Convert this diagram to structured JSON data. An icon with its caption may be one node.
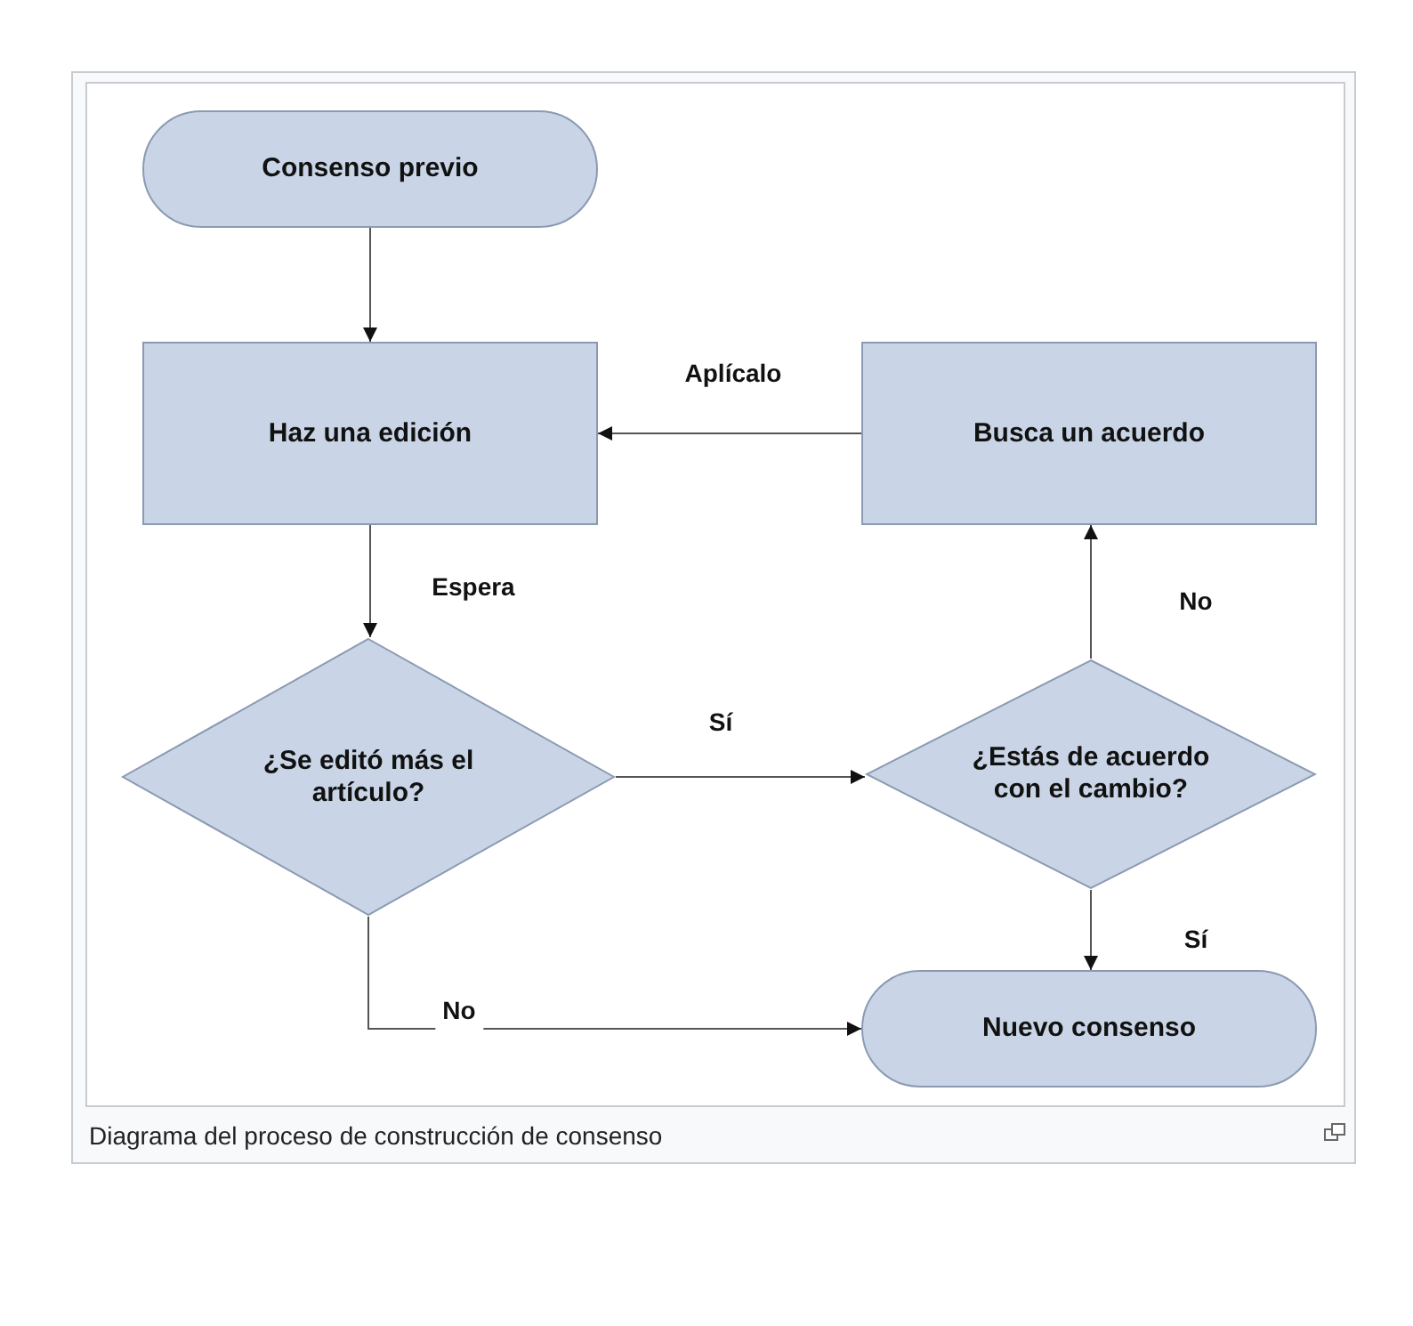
{
  "diagram": {
    "caption": "Diagrama del proceso de construcción de consenso",
    "nodes": [
      {
        "text": [
          "Consenso previo"
        ]
      },
      {
        "text": [
          "Haz una edición"
        ]
      },
      {
        "text": [
          "Busca un acuerdo"
        ]
      },
      {
        "text": [
          "¿Se editó más el artículo?"
        ]
      },
      {
        "text": [
          "¿Estás de acuerdo con el cambio?"
        ]
      },
      {
        "text": [
          "Nuevo consenso"
        ]
      }
    ],
    "edges": [
      {
        "from": 0,
        "to": 1,
        "arrow": "to"
      },
      {
        "from": 2,
        "to": 1,
        "arrow": "to",
        "label": "Aplícalo"
      },
      {
        "from": 1,
        "to": 3,
        "arrow": "to",
        "label": "Espera"
      },
      {
        "from": 3,
        "to": 4,
        "arrow": "to",
        "label": "Sí"
      },
      {
        "from": 4,
        "to": 2,
        "arrow": "to",
        "label": "No"
      },
      {
        "from": 4,
        "to": 5,
        "arrow": "to",
        "label": "Sí"
      },
      {
        "from": 3,
        "to": 5,
        "arrow": "to",
        "label": "No"
      }
    ]
  }
}
